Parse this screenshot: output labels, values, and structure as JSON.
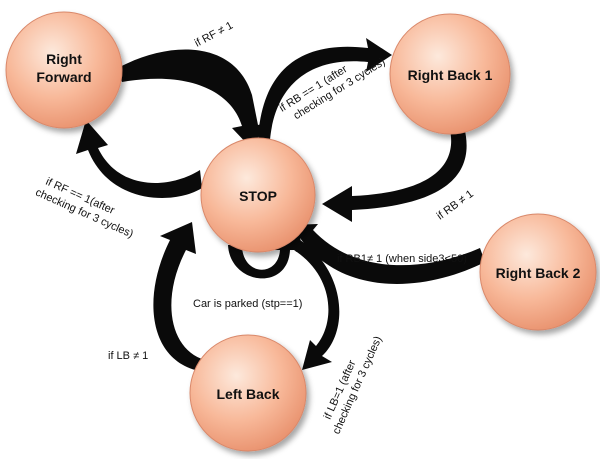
{
  "nodes": {
    "right_forward": "Right\nForward",
    "right_back_1": "Right Back 1",
    "stop": "STOP",
    "right_back_2": "Right Back 2",
    "left_back": "Left Back"
  },
  "edges": {
    "rf_to_stop": "if RF ≠ 1",
    "stop_to_rb1": "if RB == 1 (after\nchecking for 3 cycles)",
    "rb1_to_stop": "if RB ≠ 1",
    "stop_to_rf": "if RF == 1(after\nchecking for 3 cycles)",
    "rb1_rb2": "if RB1≠ 1 (when side3<50)",
    "stop_self": "Car is parked (stp==1)",
    "lb_to_stop": "if LB ≠ 1",
    "stop_to_lb": "if LB=1 (after\nchecking for 3 cycles)"
  },
  "colors": {
    "node_fill_light": "#fde3d2",
    "node_fill_dark": "#e9967a",
    "node_stroke": "#d9886a",
    "arrow": "#0a0a0a"
  }
}
